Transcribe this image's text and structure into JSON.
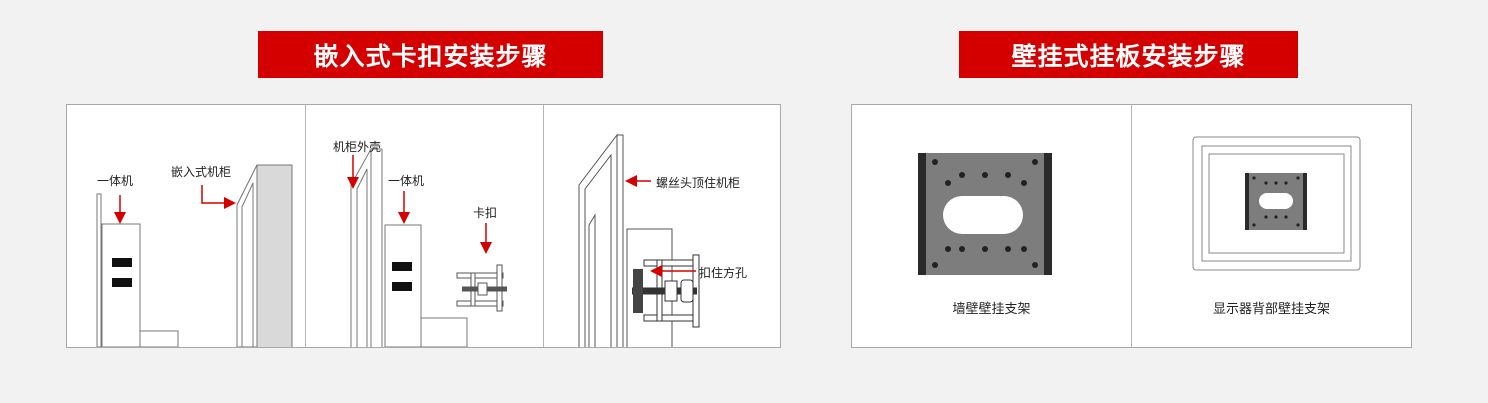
{
  "banners": {
    "left": "嵌入式卡扣安装步骤",
    "right": "壁挂式挂板安装步骤"
  },
  "panel1": {
    "label_allinone": "一体机",
    "label_cabinet": "嵌入式机柜"
  },
  "panel2": {
    "label_shell": "机柜外壳",
    "label_allinone": "一体机",
    "label_clip": "卡扣"
  },
  "panel3": {
    "label_screw": "螺丝头顶住机柜",
    "label_hole": "扣住方孔"
  },
  "bracket": {
    "wall_caption": "墙壁壁挂支架",
    "monitor_caption": "显示器背部壁挂支架"
  },
  "colors": {
    "banner": "#d40000",
    "arrow": "#d40000",
    "background": "#f2f2f2"
  }
}
